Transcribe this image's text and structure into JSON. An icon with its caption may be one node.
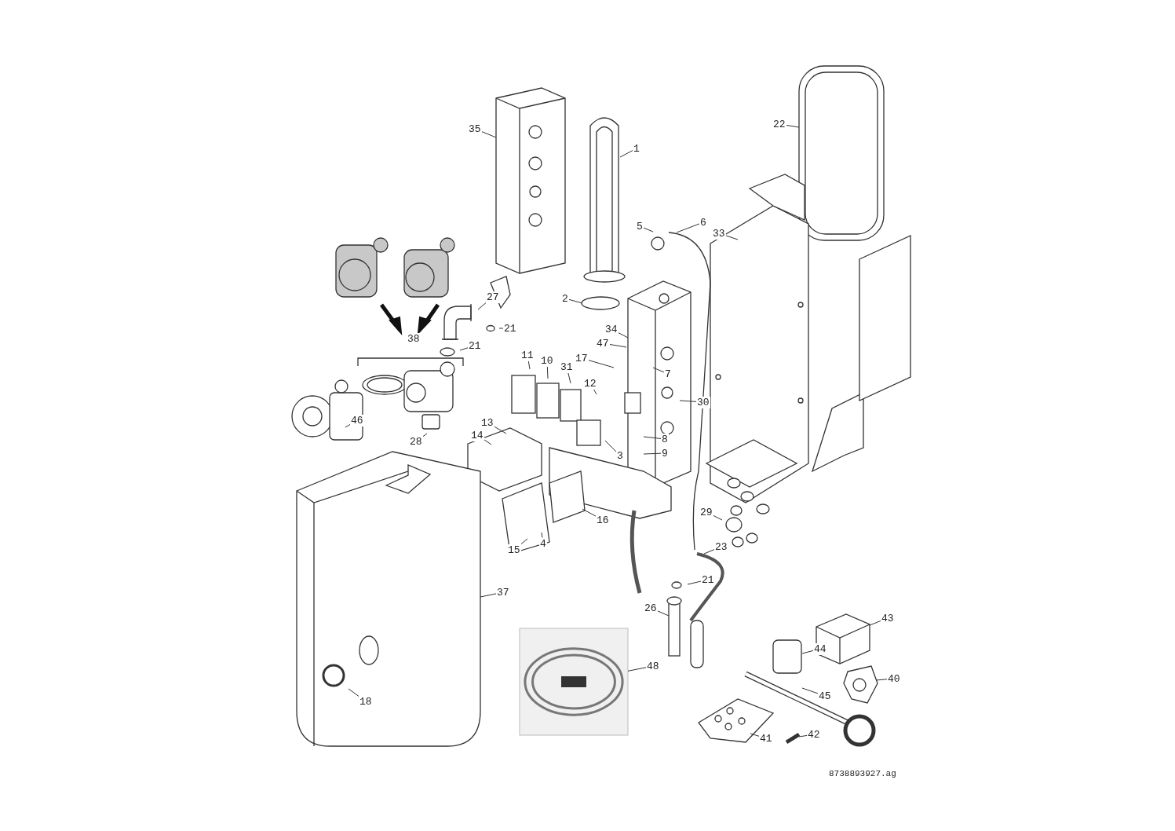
{
  "diagram": {
    "nodes": [
      {
        "text": [
          "22"
        ]
      },
      {
        "text": [
          "35"
        ]
      },
      {
        "text": [
          "1"
        ]
      },
      {
        "text": [
          "6"
        ]
      },
      {
        "text": [
          "5"
        ]
      },
      {
        "text": [
          "33"
        ]
      },
      {
        "text": [
          "2"
        ]
      },
      {
        "text": [
          "27"
        ]
      },
      {
        "text": [
          "21"
        ]
      },
      {
        "text": [
          "34"
        ]
      },
      {
        "text": [
          "21"
        ]
      },
      {
        "text": [
          "47"
        ]
      },
      {
        "text": [
          "11"
        ]
      },
      {
        "text": [
          "17"
        ]
      },
      {
        "text": [
          "10"
        ]
      },
      {
        "text": [
          "31"
        ]
      },
      {
        "text": [
          "7"
        ]
      },
      {
        "text": [
          "12"
        ]
      },
      {
        "text": [
          "30"
        ]
      },
      {
        "text": [
          "46"
        ]
      },
      {
        "text": [
          "13"
        ]
      },
      {
        "text": [
          "14"
        ]
      },
      {
        "text": [
          "28"
        ]
      },
      {
        "text": [
          "8"
        ]
      },
      {
        "text": [
          "3"
        ]
      },
      {
        "text": [
          "9"
        ]
      },
      {
        "text": [
          "29"
        ]
      },
      {
        "text": [
          "16"
        ]
      },
      {
        "text": [
          "4"
        ]
      },
      {
        "text": [
          "23"
        ]
      },
      {
        "text": [
          "15"
        ]
      },
      {
        "text": [
          "21"
        ]
      },
      {
        "text": [
          "37"
        ]
      },
      {
        "text": [
          "26"
        ]
      },
      {
        "text": [
          "43"
        ]
      },
      {
        "text": [
          "44"
        ]
      },
      {
        "text": [
          "48"
        ]
      },
      {
        "text": [
          "40"
        ]
      },
      {
        "text": [
          "18"
        ]
      },
      {
        "text": [
          "45"
        ]
      },
      {
        "text": [
          "42"
        ]
      },
      {
        "text": [
          "41"
        ]
      },
      {
        "text": [
          "38"
        ]
      },
      {
        "text": [],
        "shape": "picture"
      }
    ],
    "edges": [
      {
        "from": 0,
        "to": null,
        "arrow": "none"
      },
      {
        "from": 1,
        "to": null,
        "arrow": "none"
      },
      {
        "from": 2,
        "to": null,
        "arrow": "none"
      },
      {
        "from": 3,
        "to": null,
        "arrow": "none"
      },
      {
        "from": 4,
        "to": null,
        "arrow": "none"
      },
      {
        "from": 5,
        "to": null,
        "arrow": "none"
      },
      {
        "from": 6,
        "to": null,
        "arrow": "none"
      },
      {
        "from": 7,
        "to": null,
        "arrow": "none"
      },
      {
        "from": 8,
        "to": null,
        "arrow": "none"
      },
      {
        "from": 9,
        "to": null,
        "arrow": "none"
      },
      {
        "from": 10,
        "to": null,
        "arrow": "none"
      },
      {
        "from": 11,
        "to": null,
        "arrow": "none"
      },
      {
        "from": 12,
        "to": null,
        "arrow": "none"
      },
      {
        "from": 13,
        "to": null,
        "arrow": "none"
      },
      {
        "from": 14,
        "to": null,
        "arrow": "none"
      },
      {
        "from": 15,
        "to": null,
        "arrow": "none"
      },
      {
        "from": 16,
        "to": null,
        "arrow": "none"
      },
      {
        "from": 17,
        "to": null,
        "arrow": "none"
      },
      {
        "from": 18,
        "to": null,
        "arrow": "none"
      },
      {
        "from": 19,
        "to": null,
        "arrow": "none"
      },
      {
        "from": 20,
        "to": null,
        "arrow": "none"
      },
      {
        "from": 21,
        "to": null,
        "arrow": "none"
      },
      {
        "from": 22,
        "to": null,
        "arrow": "none"
      },
      {
        "from": 23,
        "to": null,
        "arrow": "none"
      },
      {
        "from": 24,
        "to": null,
        "arrow": "none"
      },
      {
        "from": 25,
        "to": null,
        "arrow": "none"
      },
      {
        "from": 26,
        "to": null,
        "arrow": "none"
      },
      {
        "from": 27,
        "to": null,
        "arrow": "none"
      },
      {
        "from": 28,
        "to": null,
        "arrow": "none"
      },
      {
        "from": 29,
        "to": null,
        "arrow": "none"
      },
      {
        "from": 30,
        "to": null,
        "arrow": "none"
      },
      {
        "from": 31,
        "to": null,
        "arrow": "none"
      },
      {
        "from": 32,
        "to": null,
        "arrow": "none"
      },
      {
        "from": 33,
        "to": null,
        "arrow": "none"
      },
      {
        "from": 34,
        "to": null,
        "arrow": "none"
      },
      {
        "from": 35,
        "to": null,
        "arrow": "none"
      },
      {
        "from": 36,
        "to": 43,
        "arrow": "none"
      },
      {
        "from": 37,
        "to": null,
        "arrow": "none"
      },
      {
        "from": 38,
        "to": null,
        "arrow": "none"
      },
      {
        "from": 39,
        "to": null,
        "arrow": "none"
      },
      {
        "from": 40,
        "to": null,
        "arrow": "none"
      },
      {
        "from": 41,
        "to": null,
        "arrow": "none"
      }
    ],
    "labels": [
      "8738893927.ag"
    ]
  }
}
